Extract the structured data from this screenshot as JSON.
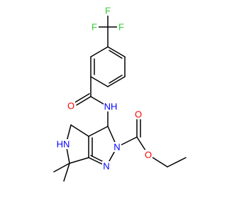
{
  "molecule": {
    "atom_labels": {
      "fluorine_top": "F",
      "fluorine_left": "F",
      "fluorine_right": "F",
      "amide_oxygen": "O",
      "amide_nitrogen": "NH",
      "ring_nh": "HN",
      "pyrazole_n2": "N",
      "pyrazole_n1": "N",
      "ester_carbonyl_oxygen": "O",
      "ester_ether_oxygen": "O"
    },
    "colors": {
      "bond": "#000000",
      "carbon": "#000000",
      "nitrogen": "#0000ff",
      "oxygen": "#ff0000",
      "fluorine": "#33cc33"
    }
  }
}
